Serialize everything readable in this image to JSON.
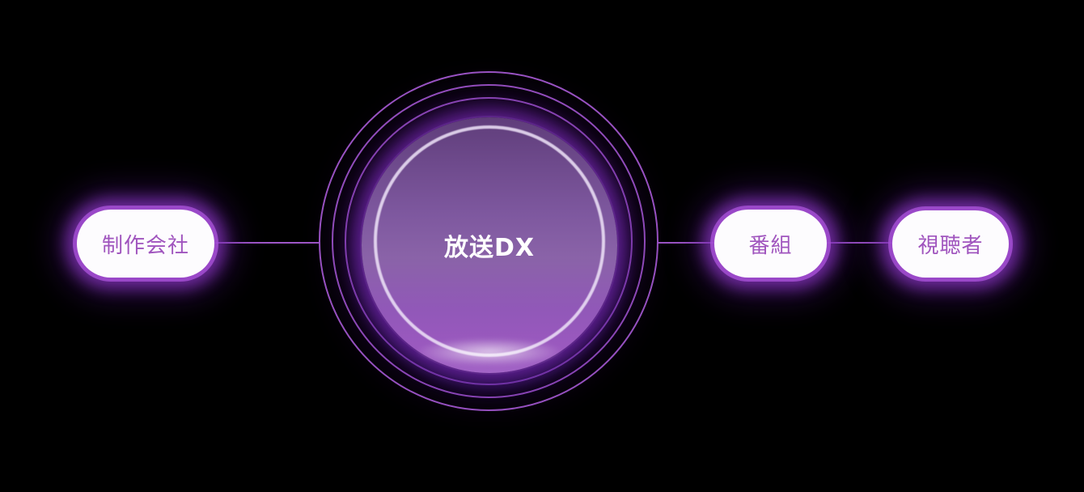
{
  "diagram": {
    "center_node": {
      "label": "放送DX"
    },
    "nodes": {
      "production": {
        "label": "制作会社"
      },
      "program": {
        "label": "番組"
      },
      "viewer": {
        "label": "視聴者"
      }
    },
    "colors": {
      "background": "#000000",
      "orbit_ring": "#9d56c6",
      "connector": "#9d56c6",
      "pill_background": "#fdfcfe",
      "pill_text": "#a055be",
      "center_node_gradient_top": "#5f3d7a",
      "center_node_gradient_bottom": "#a264c6",
      "center_node_inner_ring": "#eee4f8",
      "center_node_text": "#ffffff",
      "glow": "#a34fd2"
    }
  }
}
